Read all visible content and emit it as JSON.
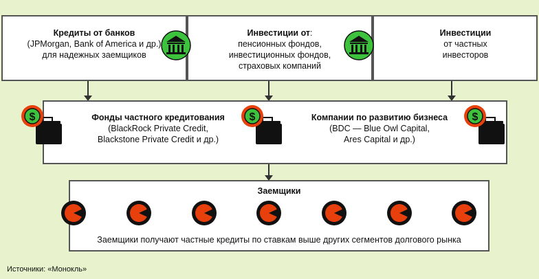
{
  "sources": {
    "banks": {
      "title": "Кредиты от банков",
      "line1": "(JPMorgan, Bank of America и др.)",
      "line2": "для надежных заемщиков"
    },
    "funds": {
      "title": "Инвестиции от",
      "title_suffix": ":",
      "line1": "пенсионных фондов,",
      "line2": "инвестиционных фондов,",
      "line3": "страховых компаний"
    },
    "private": {
      "title": "Инвестиции",
      "line1": "от частных",
      "line2": "инвесторов"
    }
  },
  "intermediaries": {
    "credit_funds": {
      "title": "Фонды частного кредитования",
      "line1": "(BlackRock Private Credit,",
      "line2": "Blackstone Private Credit и др.)"
    },
    "bdc": {
      "title": "Компании по развитию бизнеса",
      "line1": "(BDC — Blue Owl Capital,",
      "line2": "Ares Capital и др.)"
    }
  },
  "borrowers": {
    "title": "Заемщики",
    "caption": "Заемщики получают частные кредиты по ставкам выше других сегментов долгового рынка",
    "count": 7
  },
  "footer": {
    "source": "Источники: «Монокль»"
  },
  "colors": {
    "background": "#e8f2cc",
    "green": "#3cc23c",
    "red": "#e8400c",
    "dark": "#111111"
  }
}
